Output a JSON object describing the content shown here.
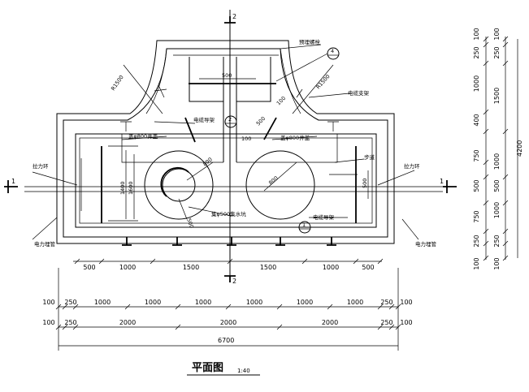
{
  "title": "平面图",
  "scale": "1:40",
  "callouts": {
    "top_wall_pipe": "预埋螺栓",
    "cable_bracket_right": "电缆支架",
    "cable_bracket_left": "电缆导架",
    "cover_left": "盖φ800井盖",
    "cover_right": "盖φ800井盖",
    "sump": "集φ500集水坑",
    "walkway": "步道",
    "cable_holder": "电缆导架",
    "pull_ring_left": "拉力环",
    "pull_ring_right": "拉力环",
    "conduit_left": "电力埋管",
    "conduit_right": "电力埋管"
  },
  "radius_left": "R1500",
  "radius_right": "R1500",
  "section_marks": {
    "top": "2",
    "bottom": "2",
    "left": "1",
    "right": "1",
    "circle_top": "2",
    "circle_right": "4",
    "circle_bottom": "1"
  },
  "inner_dims": {
    "neck_width": "500",
    "diag_500": "500",
    "diag_100": "100",
    "small_100": "100",
    "circle_800_left": "800",
    "circle_800_right": "800",
    "h_1400": "1400",
    "h_1600": "1600",
    "sump_500": "500",
    "walk_500": "500"
  },
  "bottom_dims": {
    "row1": [
      "500",
      "1000",
      "1500",
      "1500",
      "1000",
      "500"
    ],
    "row2": [
      "100",
      "250",
      "1000",
      "1000",
      "1000",
      "1000",
      "1000",
      "1000",
      "250",
      "100"
    ],
    "row3": [
      "100",
      "250",
      "2000",
      "2000",
      "2000",
      "250",
      "100"
    ],
    "total": "6700"
  },
  "right_dims": {
    "col1": [
      "100",
      "250",
      "1000",
      "400",
      "750",
      "500",
      "750",
      "250",
      "100"
    ],
    "col2": [
      "100",
      "250",
      "1500",
      "1000",
      "500",
      "1000",
      "250",
      "100"
    ],
    "total": "4200"
  }
}
